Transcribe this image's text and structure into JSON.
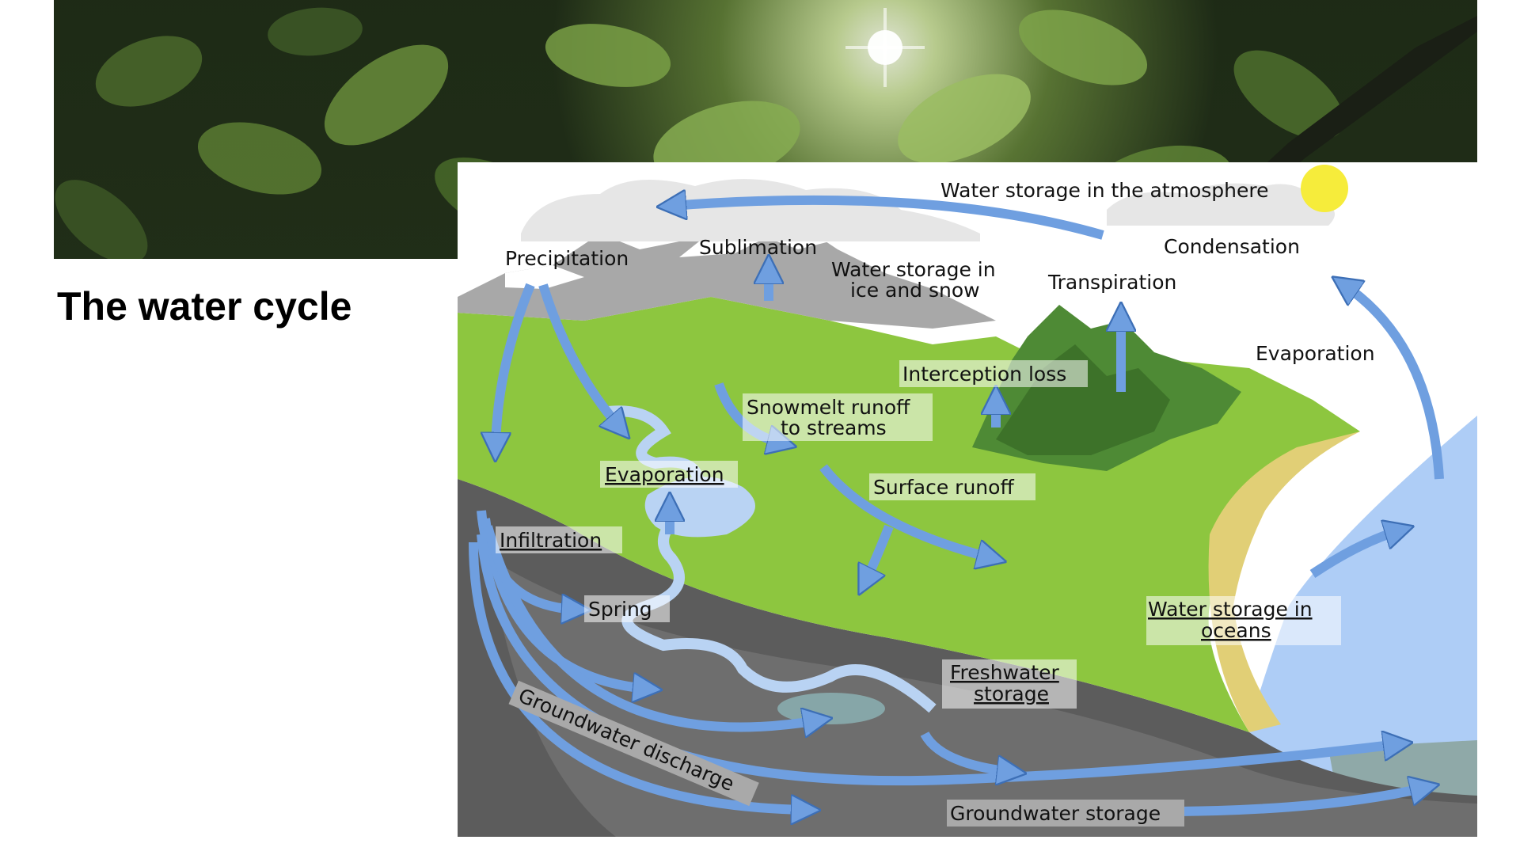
{
  "slide": {
    "title": "The water cycle"
  },
  "banner": {
    "alt": "leaf canopy photo with sun"
  },
  "diagram": {
    "labels": {
      "atmosphere": "Water storage in the atmosphere",
      "precipitation": "Precipitation",
      "sublimation": "Sublimation",
      "ice_snow_1": "Water storage in",
      "ice_snow_2": "ice and snow",
      "transpiration": "Transpiration",
      "condensation": "Condensation",
      "evaporation_ocean": "Evaporation",
      "interception": "Interception loss",
      "snowmelt_1": "Snowmelt runoff",
      "snowmelt_2": "to streams",
      "evaporation_lake": "Evaporation",
      "surface_runoff": "Surface runoff",
      "infiltration": "Infiltration",
      "spring": "Spring",
      "ocean_storage_1": "Water storage in",
      "ocean_storage_2": "oceans",
      "freshwater_1": "Freshwater",
      "freshwater_2": "storage",
      "groundwater_discharge": "Groundwater discharge",
      "groundwater_storage": "Groundwater storage"
    },
    "colors": {
      "arrow": "#6f9fe0",
      "land": "#8dc63f",
      "ocean": "#aecdf6",
      "rock": "#6b6b6b",
      "sun": "#f6ec3b"
    }
  }
}
